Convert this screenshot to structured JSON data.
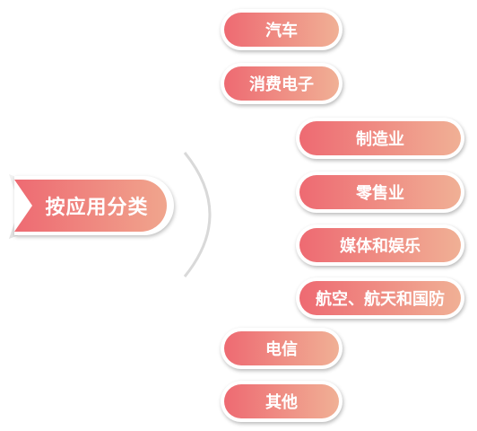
{
  "root": {
    "label": "按应用分类"
  },
  "categories": [
    {
      "label": "汽车"
    },
    {
      "label": "消费电子"
    },
    {
      "label": "制造业"
    },
    {
      "label": "零售业"
    },
    {
      "label": "媒体和娱乐"
    },
    {
      "label": "航空、航天和国防"
    },
    {
      "label": "电信"
    },
    {
      "label": "其他"
    }
  ],
  "colors": {
    "gradient_start": "#ee6a72",
    "gradient_end": "#f0b095",
    "connector": "#d9d9d9",
    "text": "#ffffff"
  }
}
